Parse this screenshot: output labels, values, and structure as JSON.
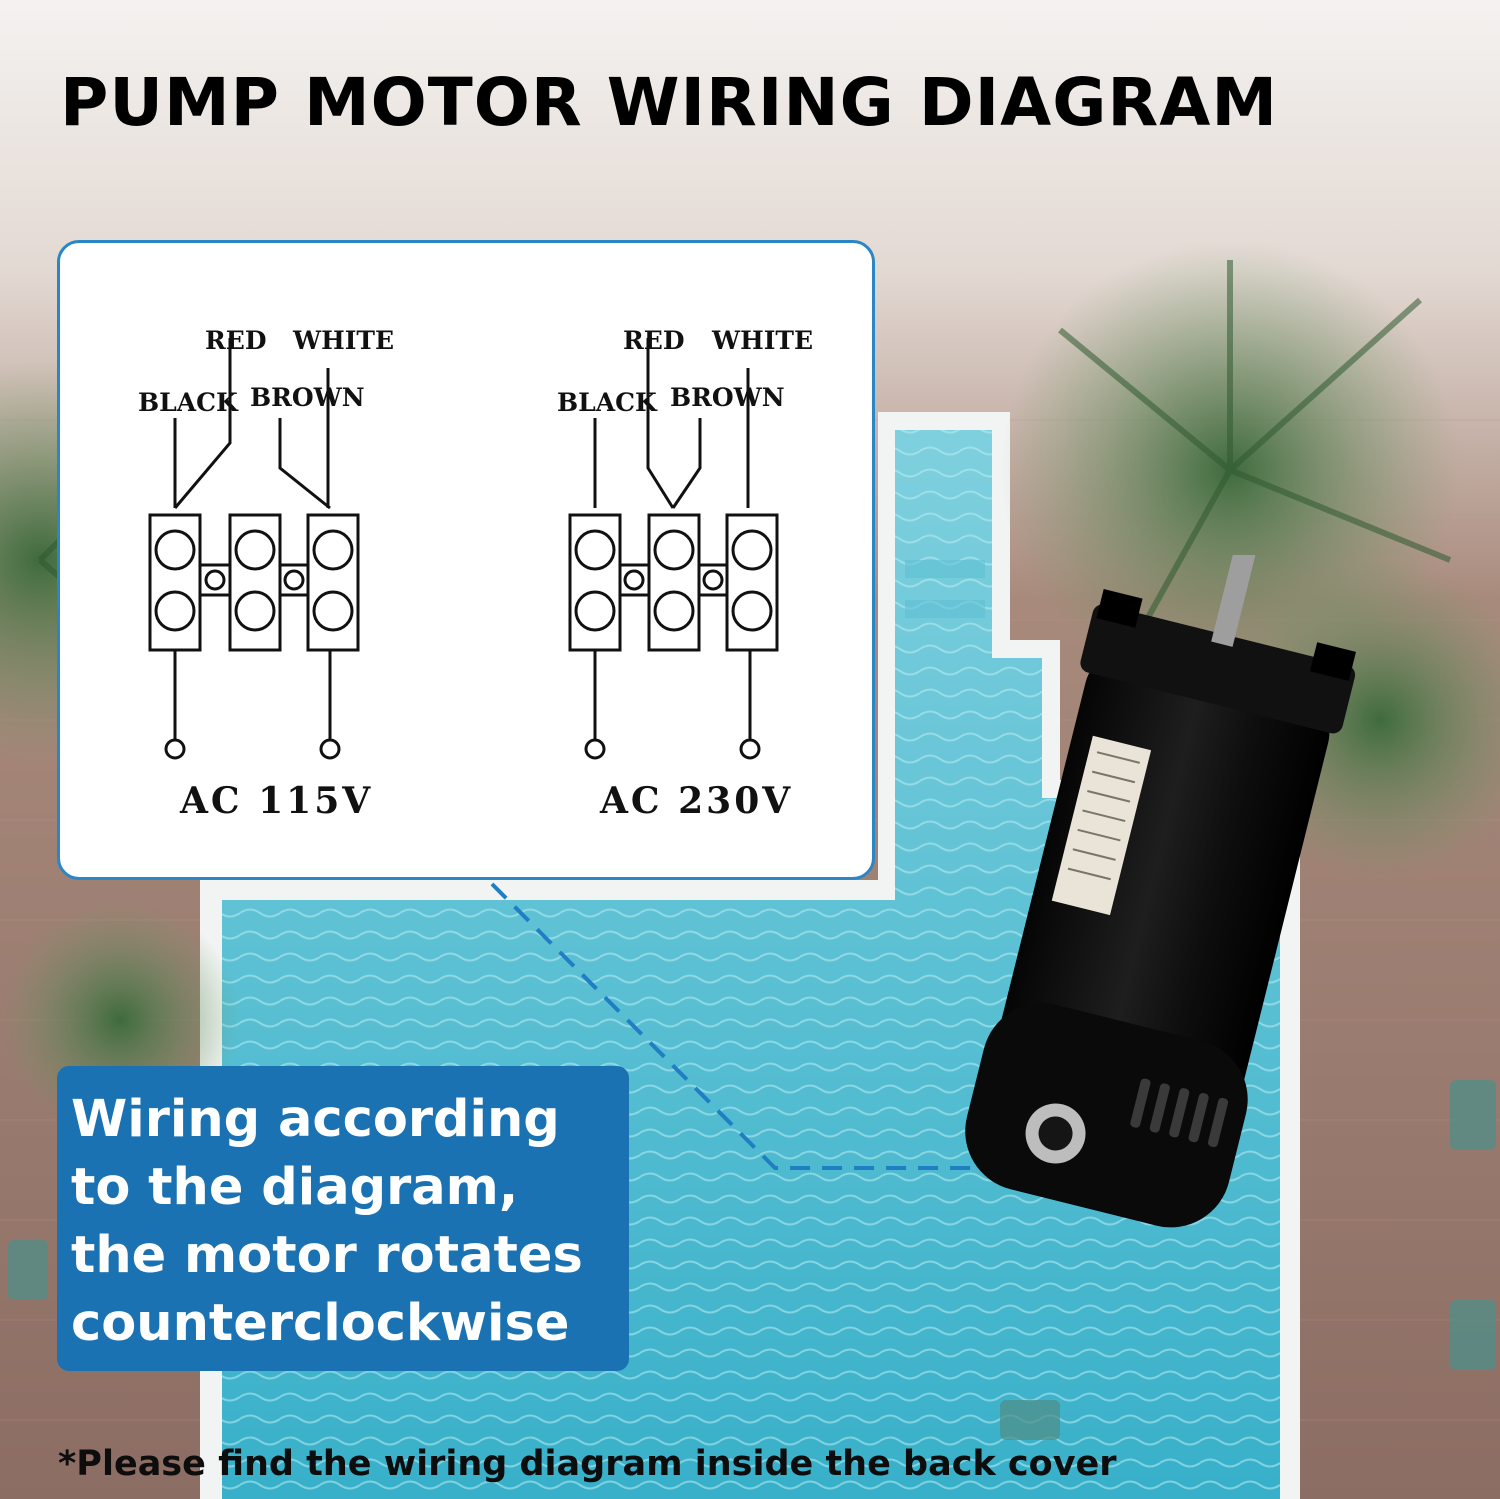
{
  "title": "PUMP MOTOR WIRING DIAGRAM",
  "diagrams": [
    {
      "wires": {
        "red": "RED",
        "white": "WHITE",
        "black": "BLACK",
        "brown": "BROWN"
      },
      "voltage": "AC 115V"
    },
    {
      "wires": {
        "red": "RED",
        "white": "WHITE",
        "black": "BLACK",
        "brown": "BROWN"
      },
      "voltage": "AC 230V"
    }
  ],
  "callout": "Wiring according to the diagram, the motor rotates counterclockwise",
  "footnote": "*Please find the wiring diagram inside the back cover",
  "colors": {
    "accent_blue": "#1a72b3",
    "panel_border": "#2b86c5",
    "pool_water": "#3fb6d0",
    "motor_body": "#0c0c0c"
  }
}
